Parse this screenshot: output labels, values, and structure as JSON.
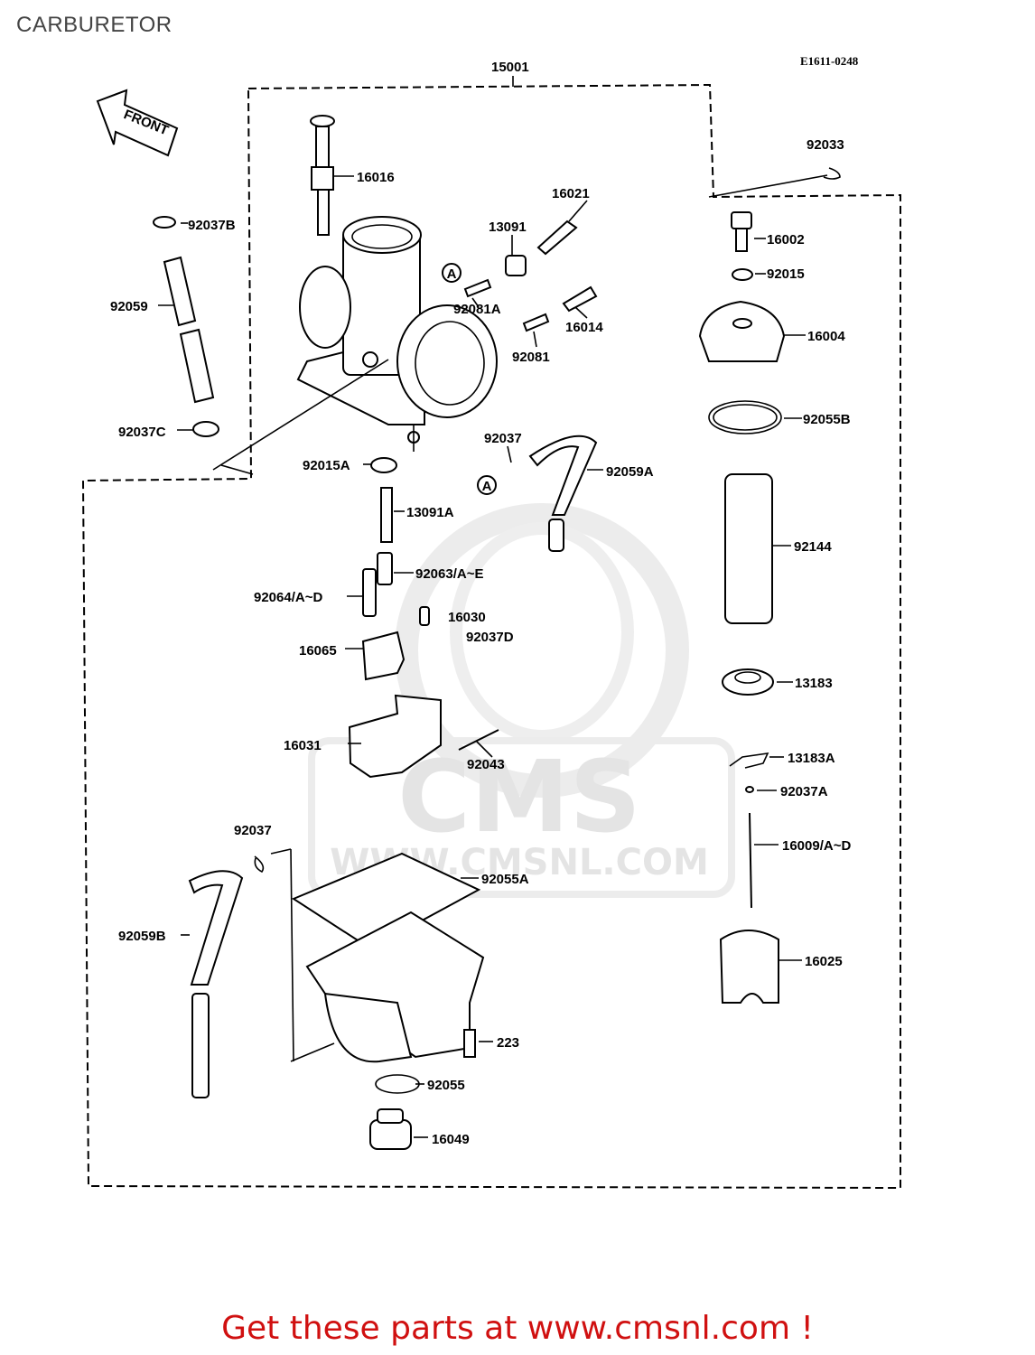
{
  "page": {
    "title": "CARBURETOR",
    "code": "E1611-0248",
    "front_label": "FRONT",
    "banner": "Get these parts at www.cmsnl.com !"
  },
  "watermark": {
    "brand": "CMS",
    "url": "WWW.CMSNL.COM"
  },
  "callout": "A",
  "parts": [
    {
      "id": "p15001",
      "label": "15001"
    },
    {
      "id": "p92033",
      "label": "92033"
    },
    {
      "id": "p16016",
      "label": "16016"
    },
    {
      "id": "p16021",
      "label": "16021"
    },
    {
      "id": "p13091",
      "label": "13091"
    },
    {
      "id": "p16002",
      "label": "16002"
    },
    {
      "id": "p92037B",
      "label": "92037B"
    },
    {
      "id": "p92015",
      "label": "92015"
    },
    {
      "id": "p92059",
      "label": "92059"
    },
    {
      "id": "p92081A",
      "label": "92081A"
    },
    {
      "id": "p16014",
      "label": "16014"
    },
    {
      "id": "p16004",
      "label": "16004"
    },
    {
      "id": "p92081",
      "label": "92081"
    },
    {
      "id": "p92055B",
      "label": "92055B"
    },
    {
      "id": "p92037C",
      "label": "92037C"
    },
    {
      "id": "p92037a",
      "label": "92037"
    },
    {
      "id": "p92015A",
      "label": "92015A"
    },
    {
      "id": "p92059A",
      "label": "92059A"
    },
    {
      "id": "p13091A",
      "label": "13091A"
    },
    {
      "id": "p92144",
      "label": "92144"
    },
    {
      "id": "p92063",
      "label": "92063/A~E"
    },
    {
      "id": "p92064",
      "label": "92064/A~D"
    },
    {
      "id": "p16030",
      "label": "16030"
    },
    {
      "id": "p92037D",
      "label": "92037D"
    },
    {
      "id": "p16065",
      "label": "16065"
    },
    {
      "id": "p13183",
      "label": "13183"
    },
    {
      "id": "p16031",
      "label": "16031"
    },
    {
      "id": "p92043",
      "label": "92043"
    },
    {
      "id": "p13183A",
      "label": "13183A"
    },
    {
      "id": "p92037A",
      "label": "92037A"
    },
    {
      "id": "p92037b",
      "label": "92037"
    },
    {
      "id": "p16009",
      "label": "16009/A~D"
    },
    {
      "id": "p92055A",
      "label": "92055A"
    },
    {
      "id": "p92059B",
      "label": "92059B"
    },
    {
      "id": "p16025",
      "label": "16025"
    },
    {
      "id": "p223",
      "label": "223"
    },
    {
      "id": "p92055",
      "label": "92055"
    },
    {
      "id": "p16049",
      "label": "16049"
    }
  ]
}
